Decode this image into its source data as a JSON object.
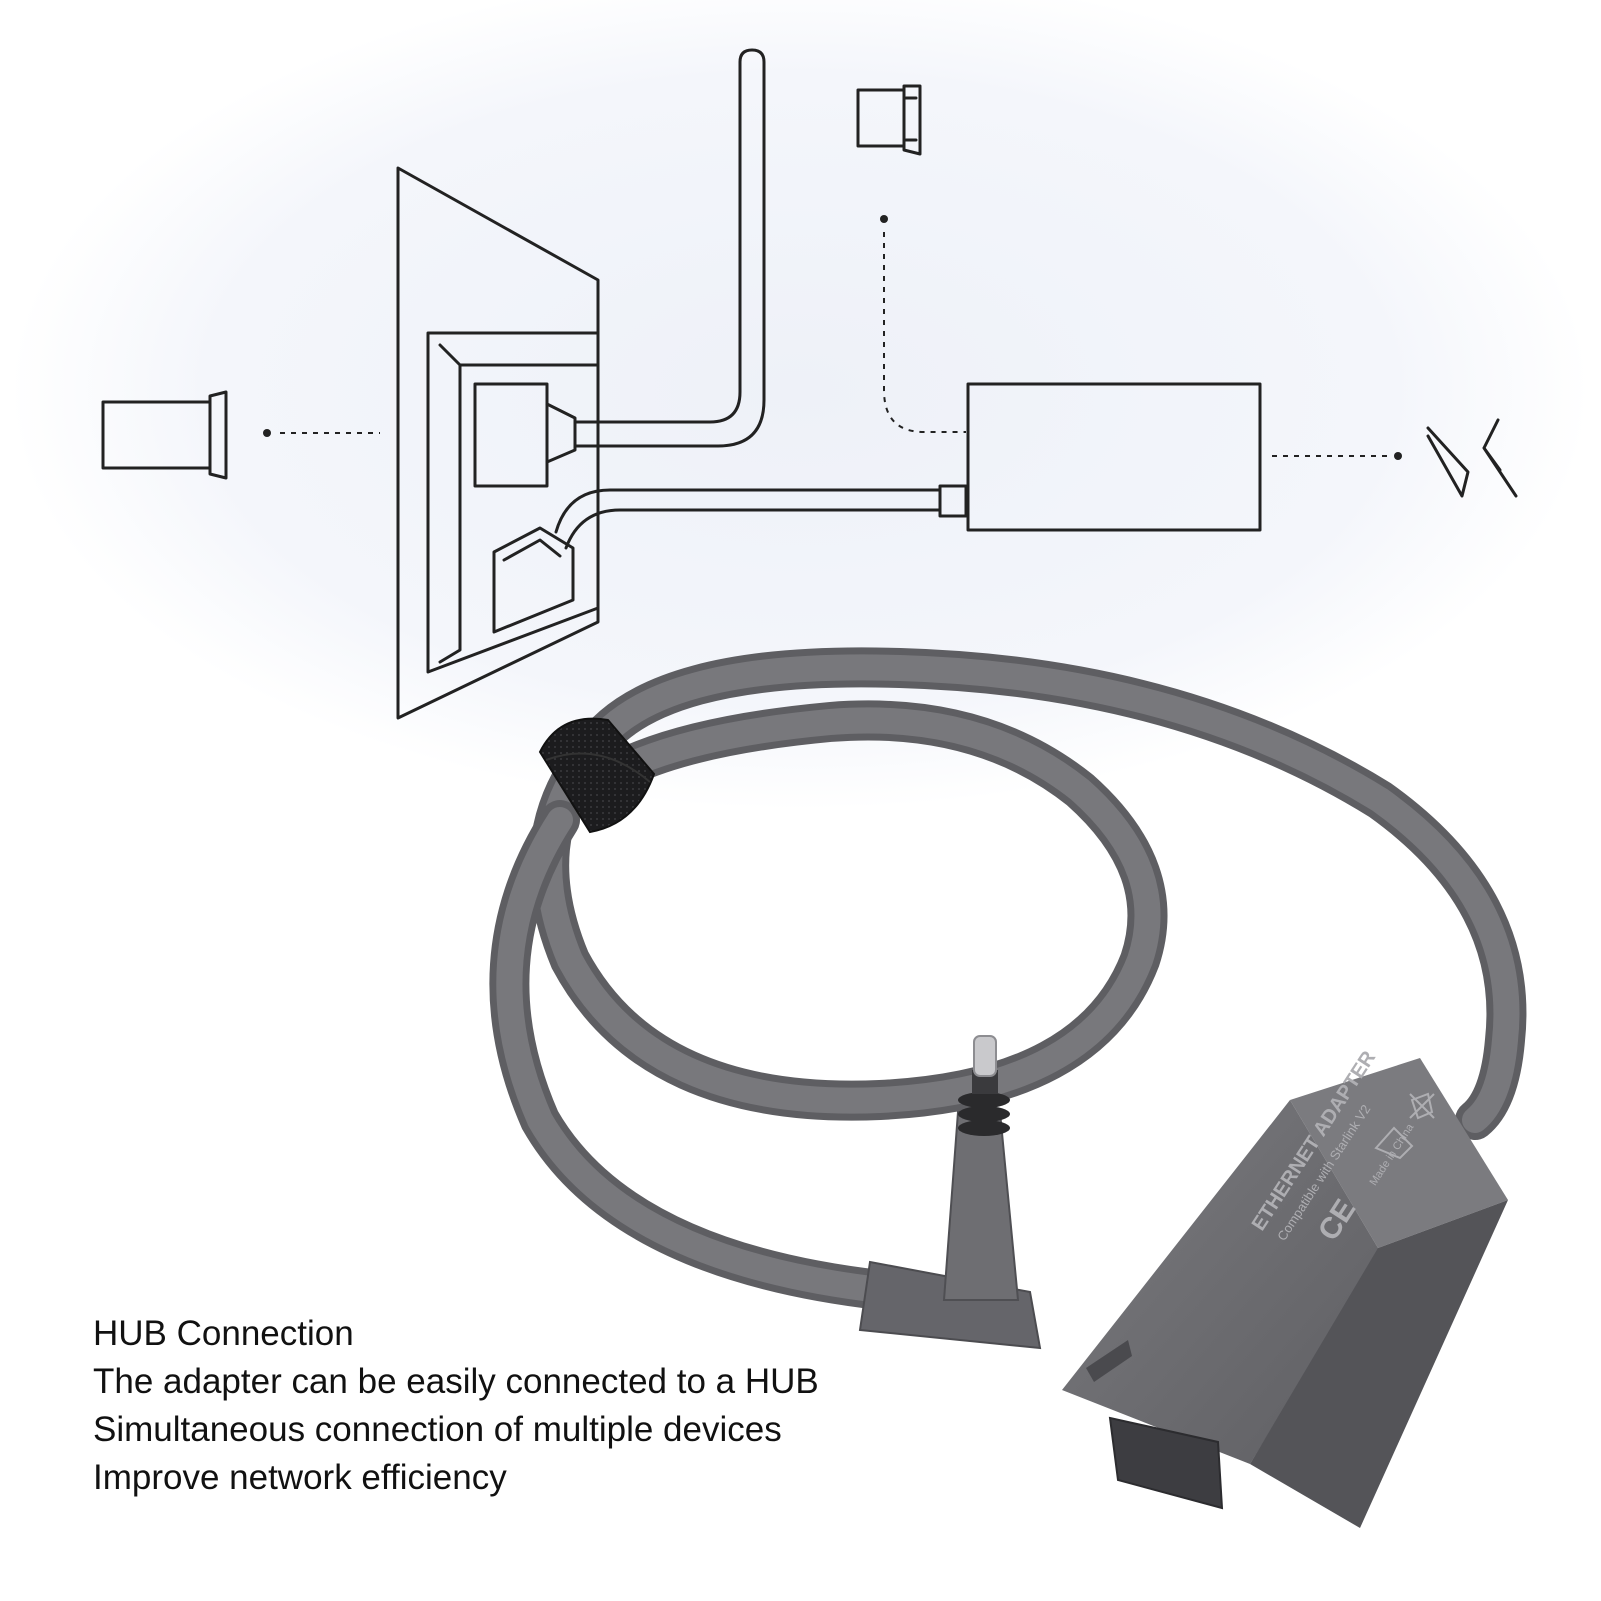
{
  "caption": {
    "title": "HUB Connection",
    "lines": [
      "The adapter can be easily connected to a HUB",
      "Simultaneous connection of multiple devices",
      "Improve network efficiency"
    ]
  },
  "adapter_label": {
    "title": "ETHERNET ADAPTER",
    "subtitle": "Compatible with Starlink V2",
    "ce_mark": "CE",
    "origin": "Made in China"
  },
  "colors": {
    "background": "#ffffff",
    "glow": "#eef1f8",
    "line_art": "#222222",
    "cable": "#6f6f73",
    "adapter_body": "#6a6a6e",
    "strap": "#1c1c1e",
    "caption_text": "#111111"
  }
}
